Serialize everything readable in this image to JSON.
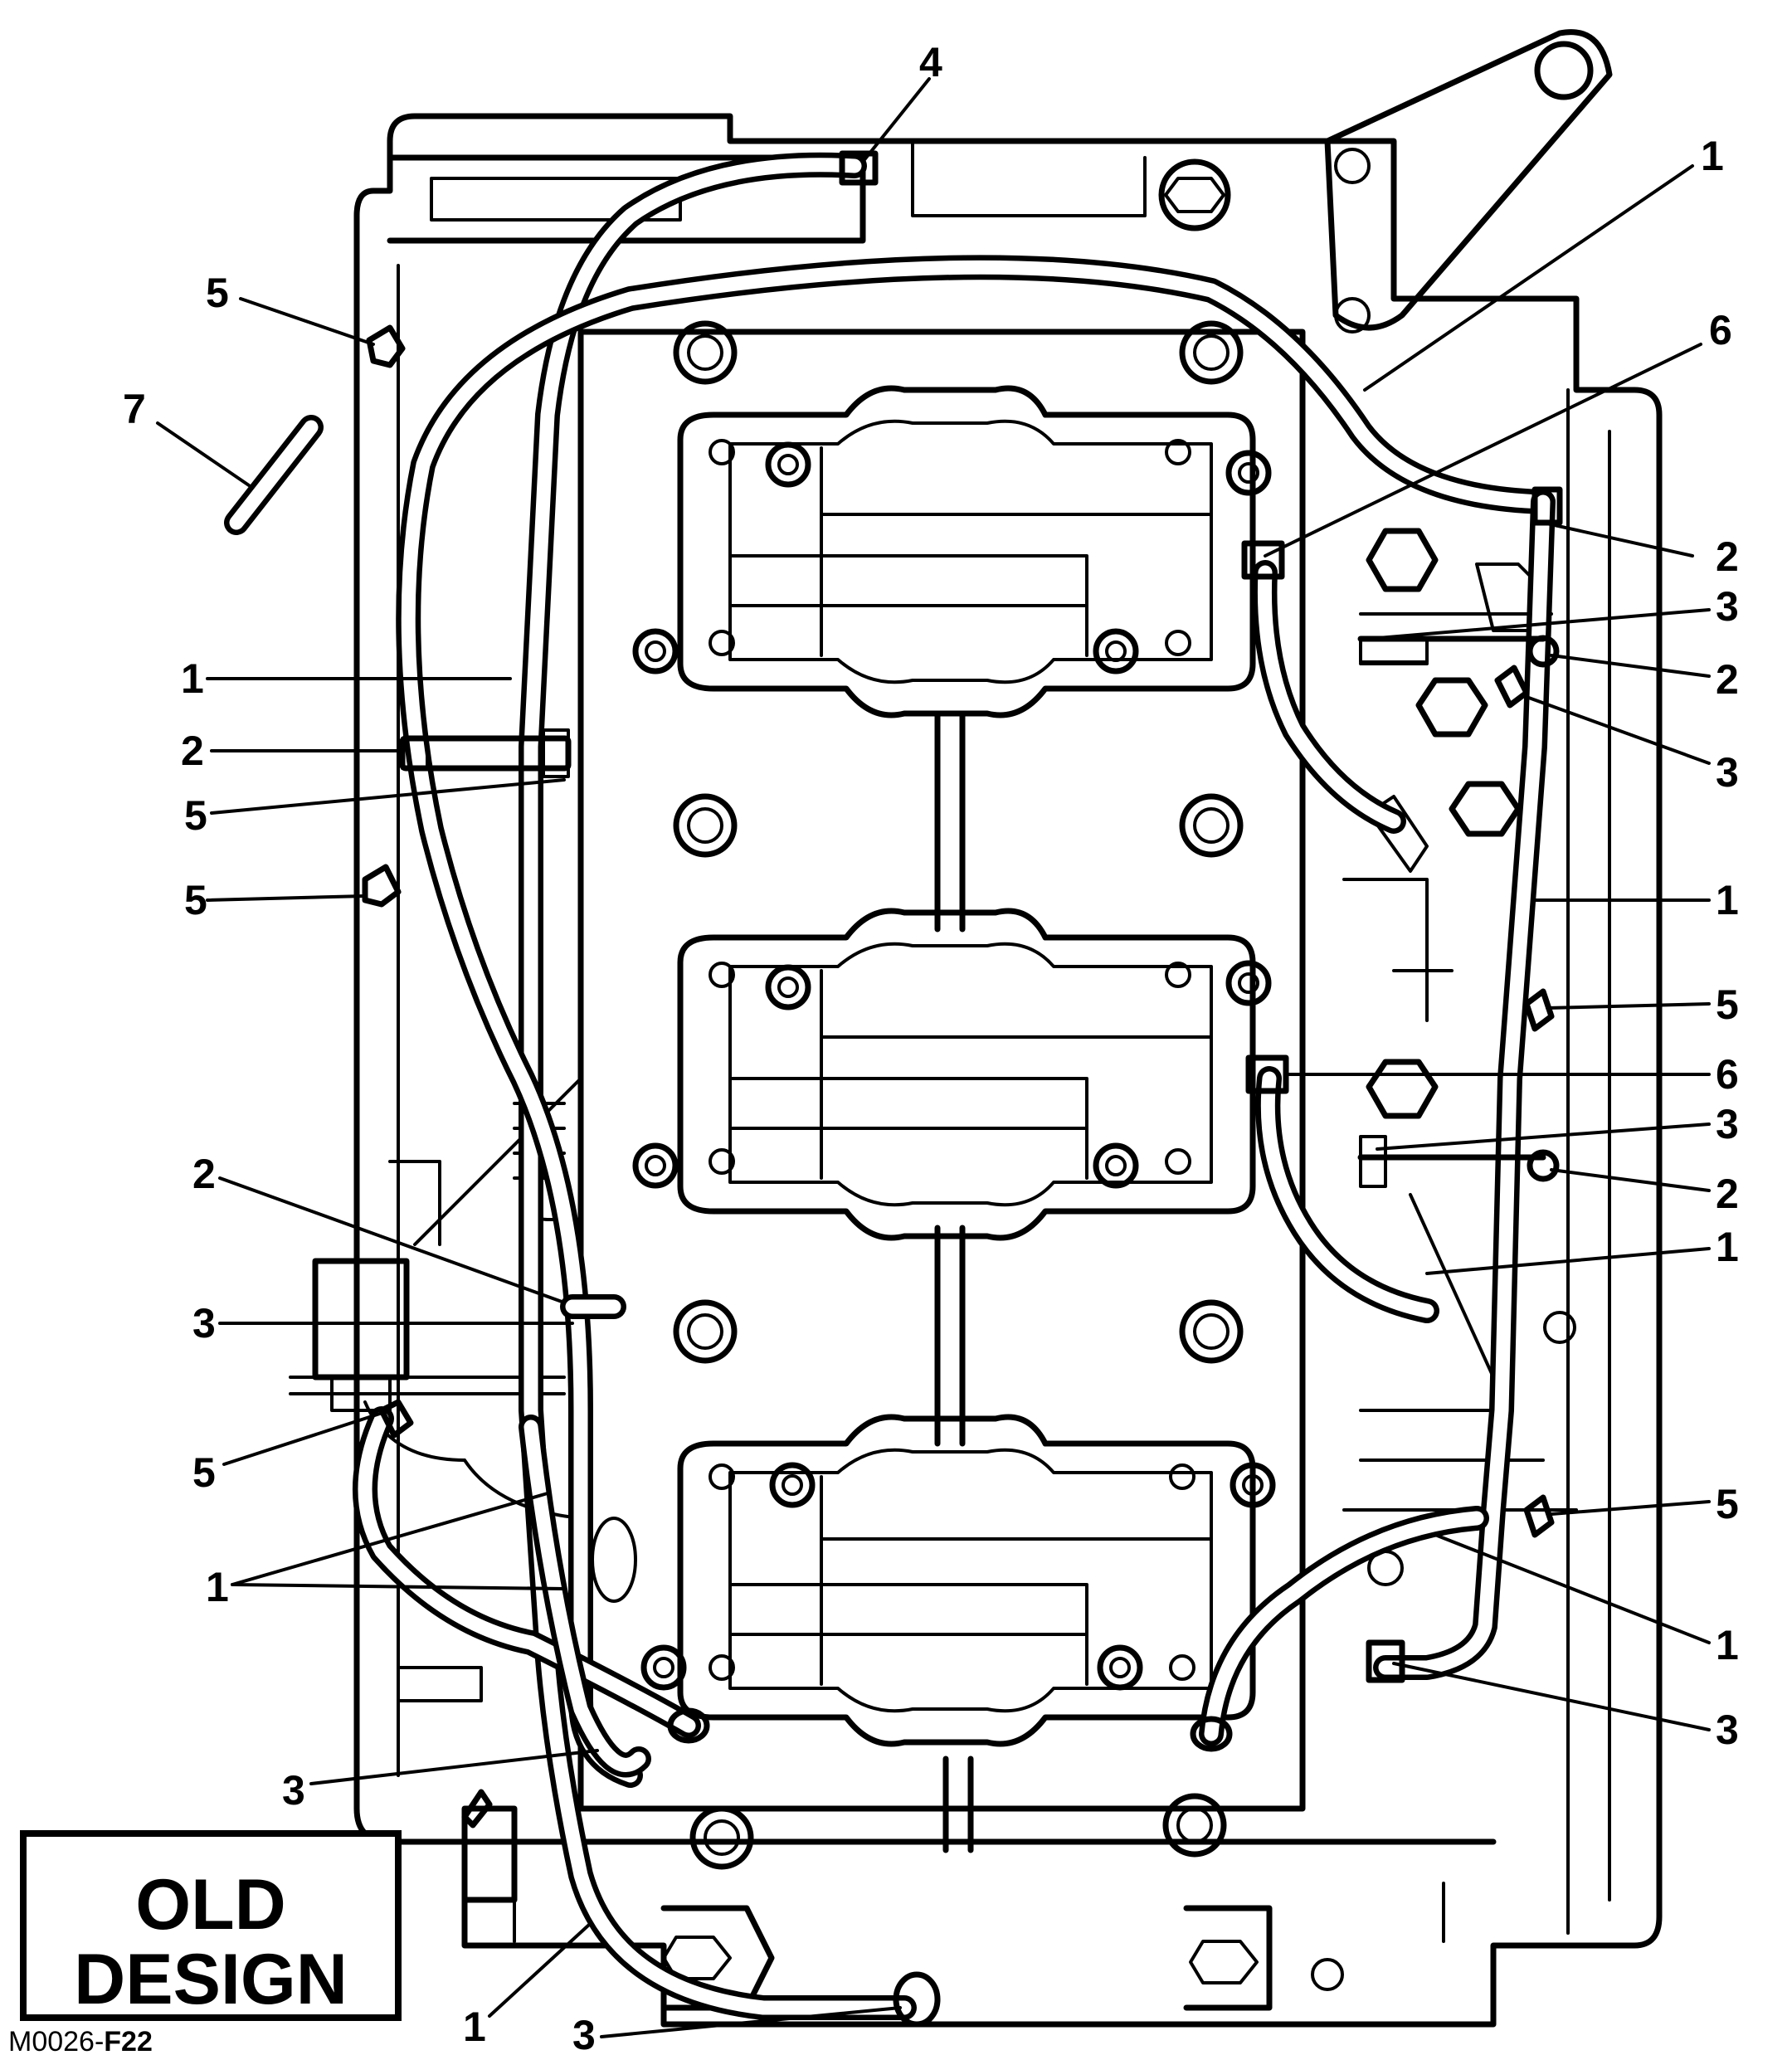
{
  "badge": {
    "line1": "OLD",
    "line2": "DESIGN"
  },
  "figure_id": {
    "prefix": "M0026-",
    "suffix": "F22"
  },
  "callouts": [
    "4",
    "1",
    "6",
    "5",
    "7",
    "2",
    "3",
    "2",
    "1",
    "2",
    "3",
    "5",
    "5",
    "1",
    "5",
    "6",
    "3",
    "2",
    "2",
    "1",
    "3",
    "5",
    "1",
    "5",
    "1",
    "3",
    "3",
    "1",
    "3"
  ]
}
